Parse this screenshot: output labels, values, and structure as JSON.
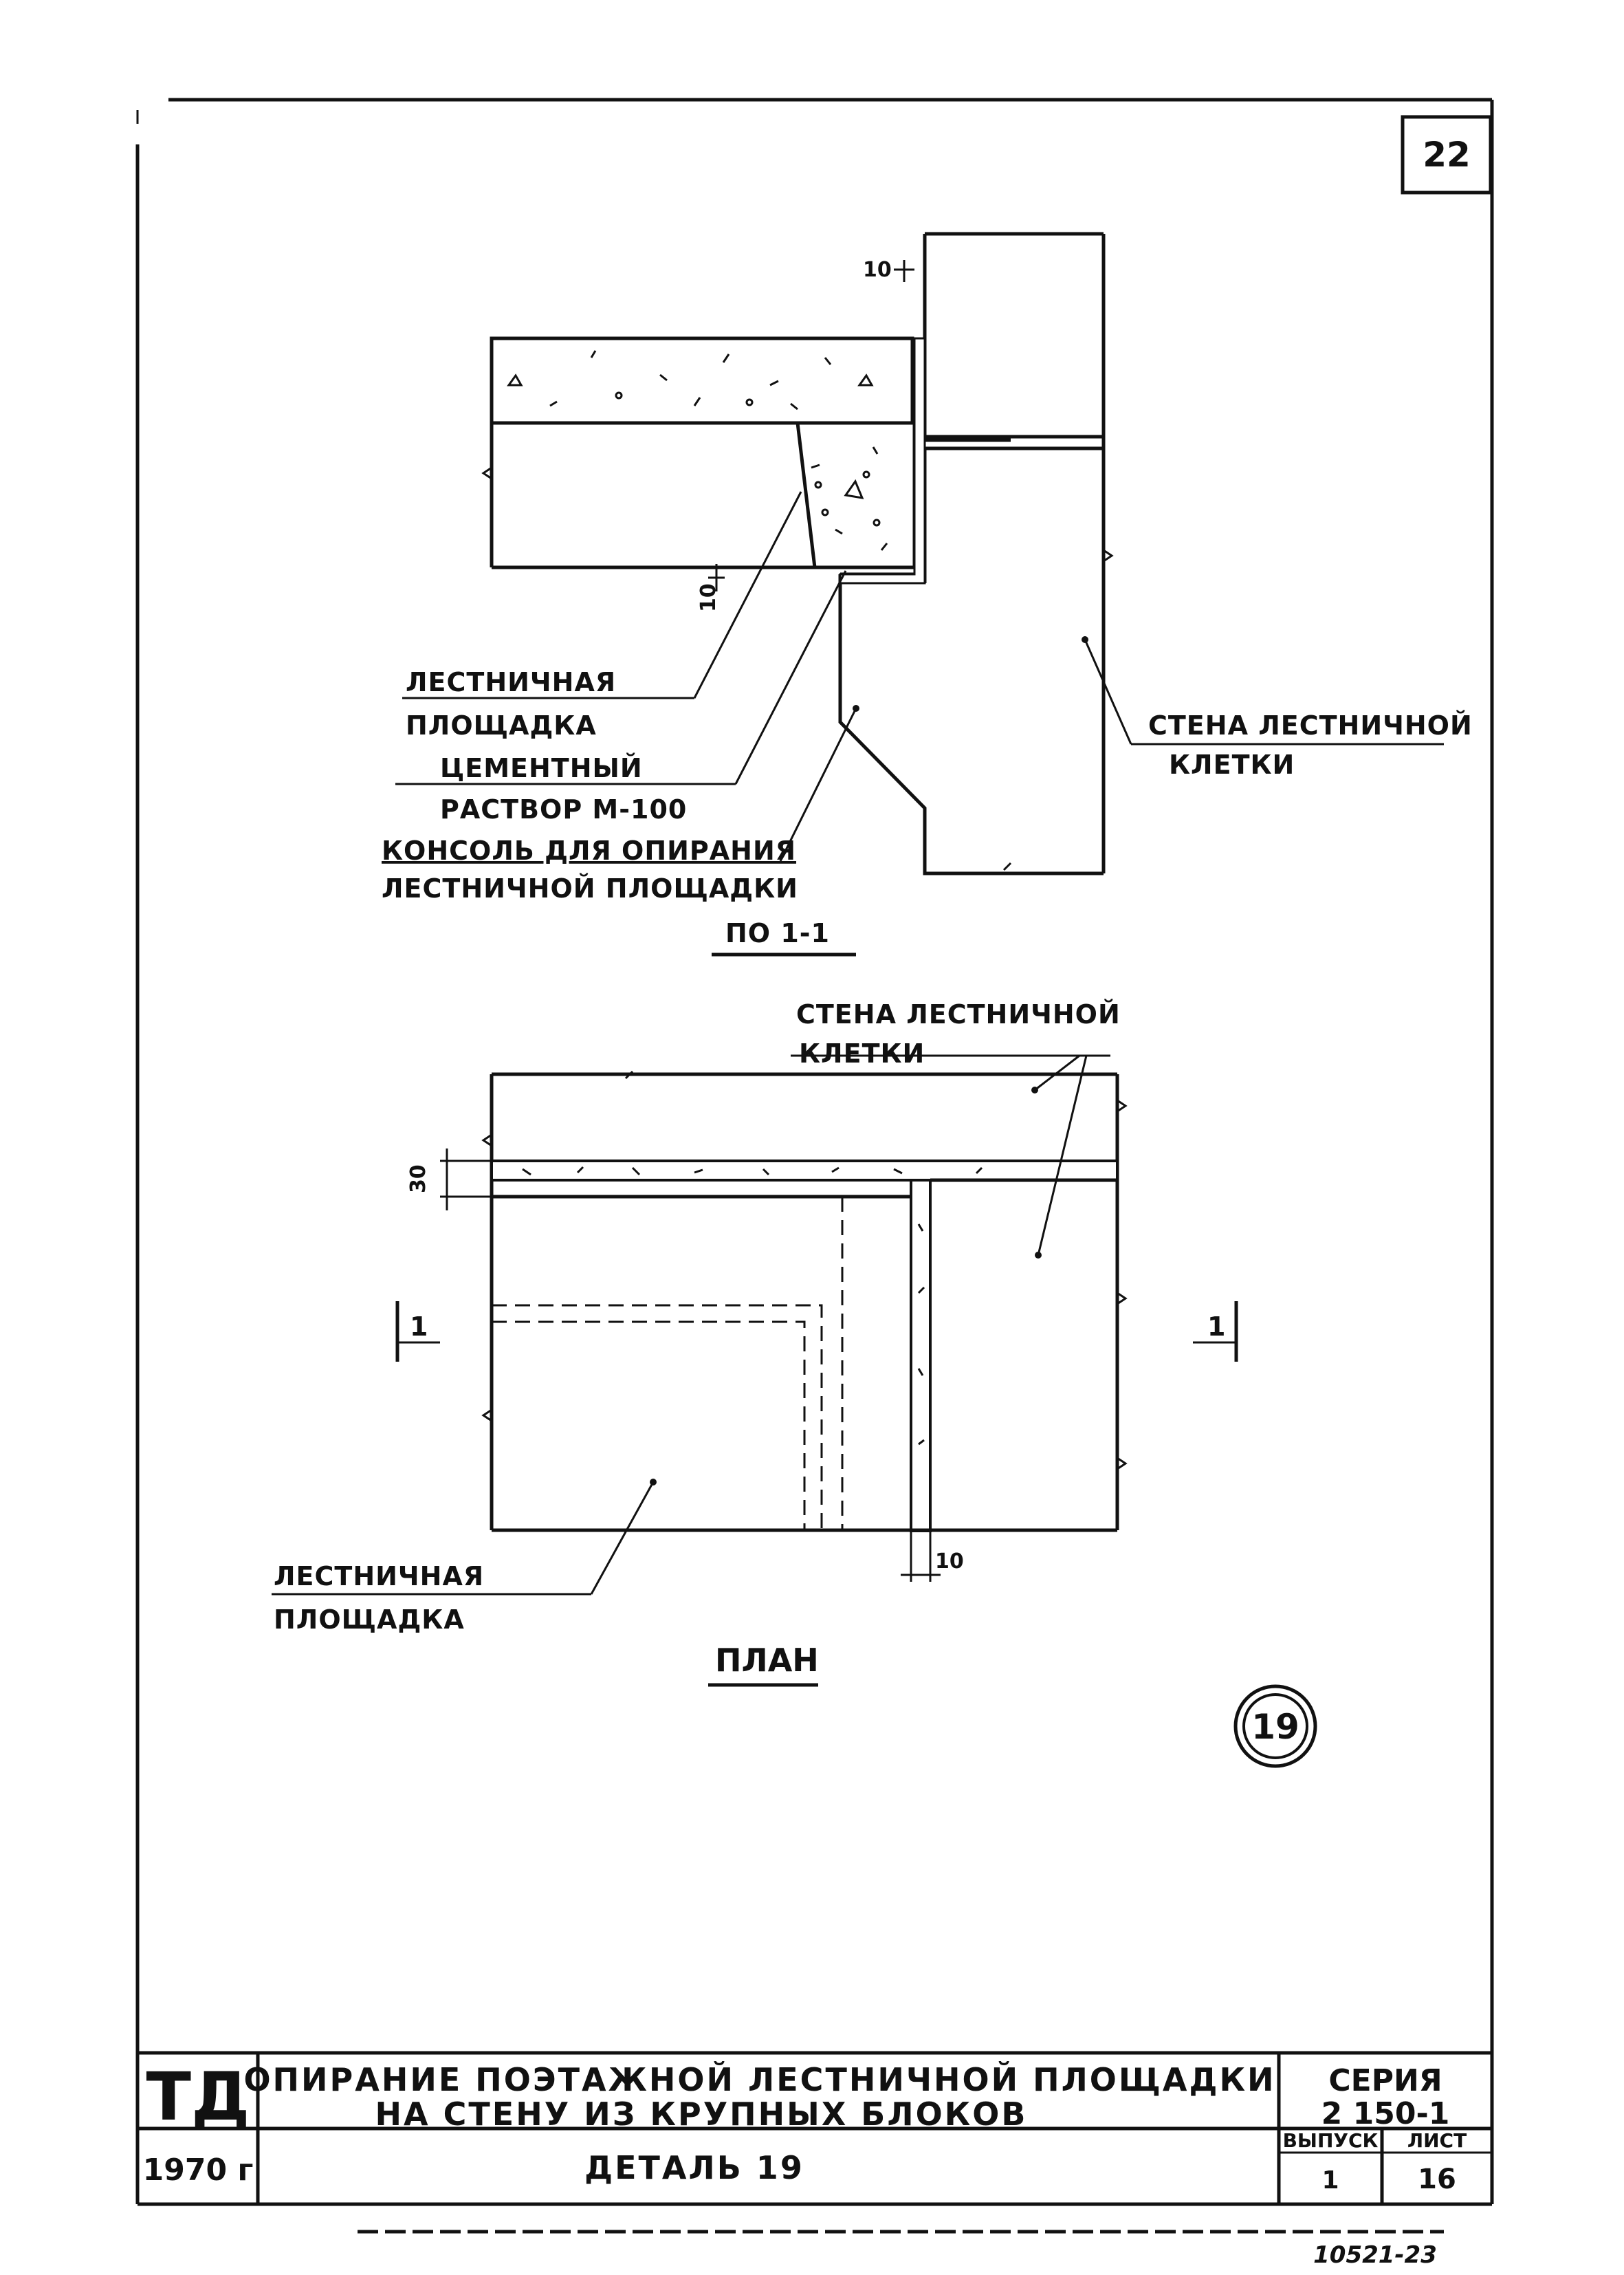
{
  "sheet_number": "22",
  "section": {
    "dim_top": "10",
    "dim_bottom": "10",
    "label_landing_line1": "ЛЕСТНИЧНАЯ",
    "label_landing_line2": "ПЛОЩАДКА",
    "label_mortar_line1": "ЦЕМЕНТНЫЙ",
    "label_mortar_line2": "РАСТВОР М-100",
    "label_console_line1": "КОНСОЛЬ ДЛЯ ОПИРАНИЯ",
    "label_console_line2": "ЛЕСТНИЧНОЙ ПЛОЩАДКИ",
    "label_wall_line1": "СТЕНА ЛЕСТНИЧНОЙ",
    "label_wall_line2": "КЛЕТКИ",
    "caption": "ПО 1-1"
  },
  "plan": {
    "label_wall_line1": "СТЕНА ЛЕСТНИЧНОЙ",
    "label_wall_line2": "КЛЕТКИ",
    "dim_side": "30",
    "dim_bottom": "10",
    "cut_left": "1",
    "cut_right": "1",
    "label_landing_line1": "ЛЕСТНИЧНАЯ",
    "label_landing_line2": "ПЛОЩАДКА",
    "caption": "ПЛАН"
  },
  "detail_badge": "19",
  "title_block": {
    "org": "ТД",
    "year": "1970 г",
    "title_line1": "ОПИРАНИЕ ПОЭТАЖНОЙ ЛЕСТНИЧНОЙ ПЛОЩАДКИ",
    "title_line2": "НА СТЕНУ ИЗ КРУПНЫХ БЛОКОВ",
    "detail": "ДЕТАЛЬ 19",
    "series_label": "СЕРИЯ",
    "series_value": "2 150-1",
    "issue_label": "ВЫПУСК",
    "issue_value": "1",
    "sheet_label": "ЛИСТ",
    "sheet_value": "16"
  },
  "archive_number": "10521-23"
}
